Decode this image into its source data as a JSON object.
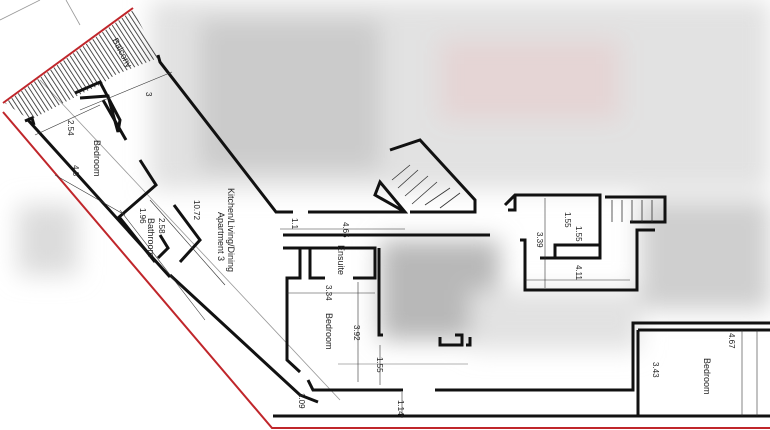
{
  "plan": {
    "balcony": "Balcony",
    "kitchen": "Kitchen/Living/Dining",
    "apartment": "Apartment 3",
    "rooms": {
      "bedroom_left": "Bedroom",
      "bathroom": "Bathroom",
      "ensuite": "Ensuite",
      "bedroom_center": "Bedroom",
      "bedroom_right": "Bedroom"
    },
    "dimensions": {
      "d_3": "3",
      "d_2_54": "2.54",
      "d_4_8": "4.8",
      "d_1_96": "1.96",
      "d_2_58": "2.58",
      "d_10_72": "10.72",
      "d_1_1": "1.1",
      "d_4_65": "4.65",
      "d_3_34": "3.34",
      "d_3_92": "3.92",
      "d_1_55_a": "1.55",
      "d_1_09": "1.09",
      "d_1_14": "1.14",
      "d_1_55_b": "1.55",
      "d_1_55_c": "1.55",
      "d_3_39": "3.39",
      "d_4_11": "4.11",
      "d_4_67": "4.67",
      "d_3_43": "3.43"
    },
    "colors": {
      "boundary": "#c0262b",
      "walls": "#111111"
    }
  }
}
